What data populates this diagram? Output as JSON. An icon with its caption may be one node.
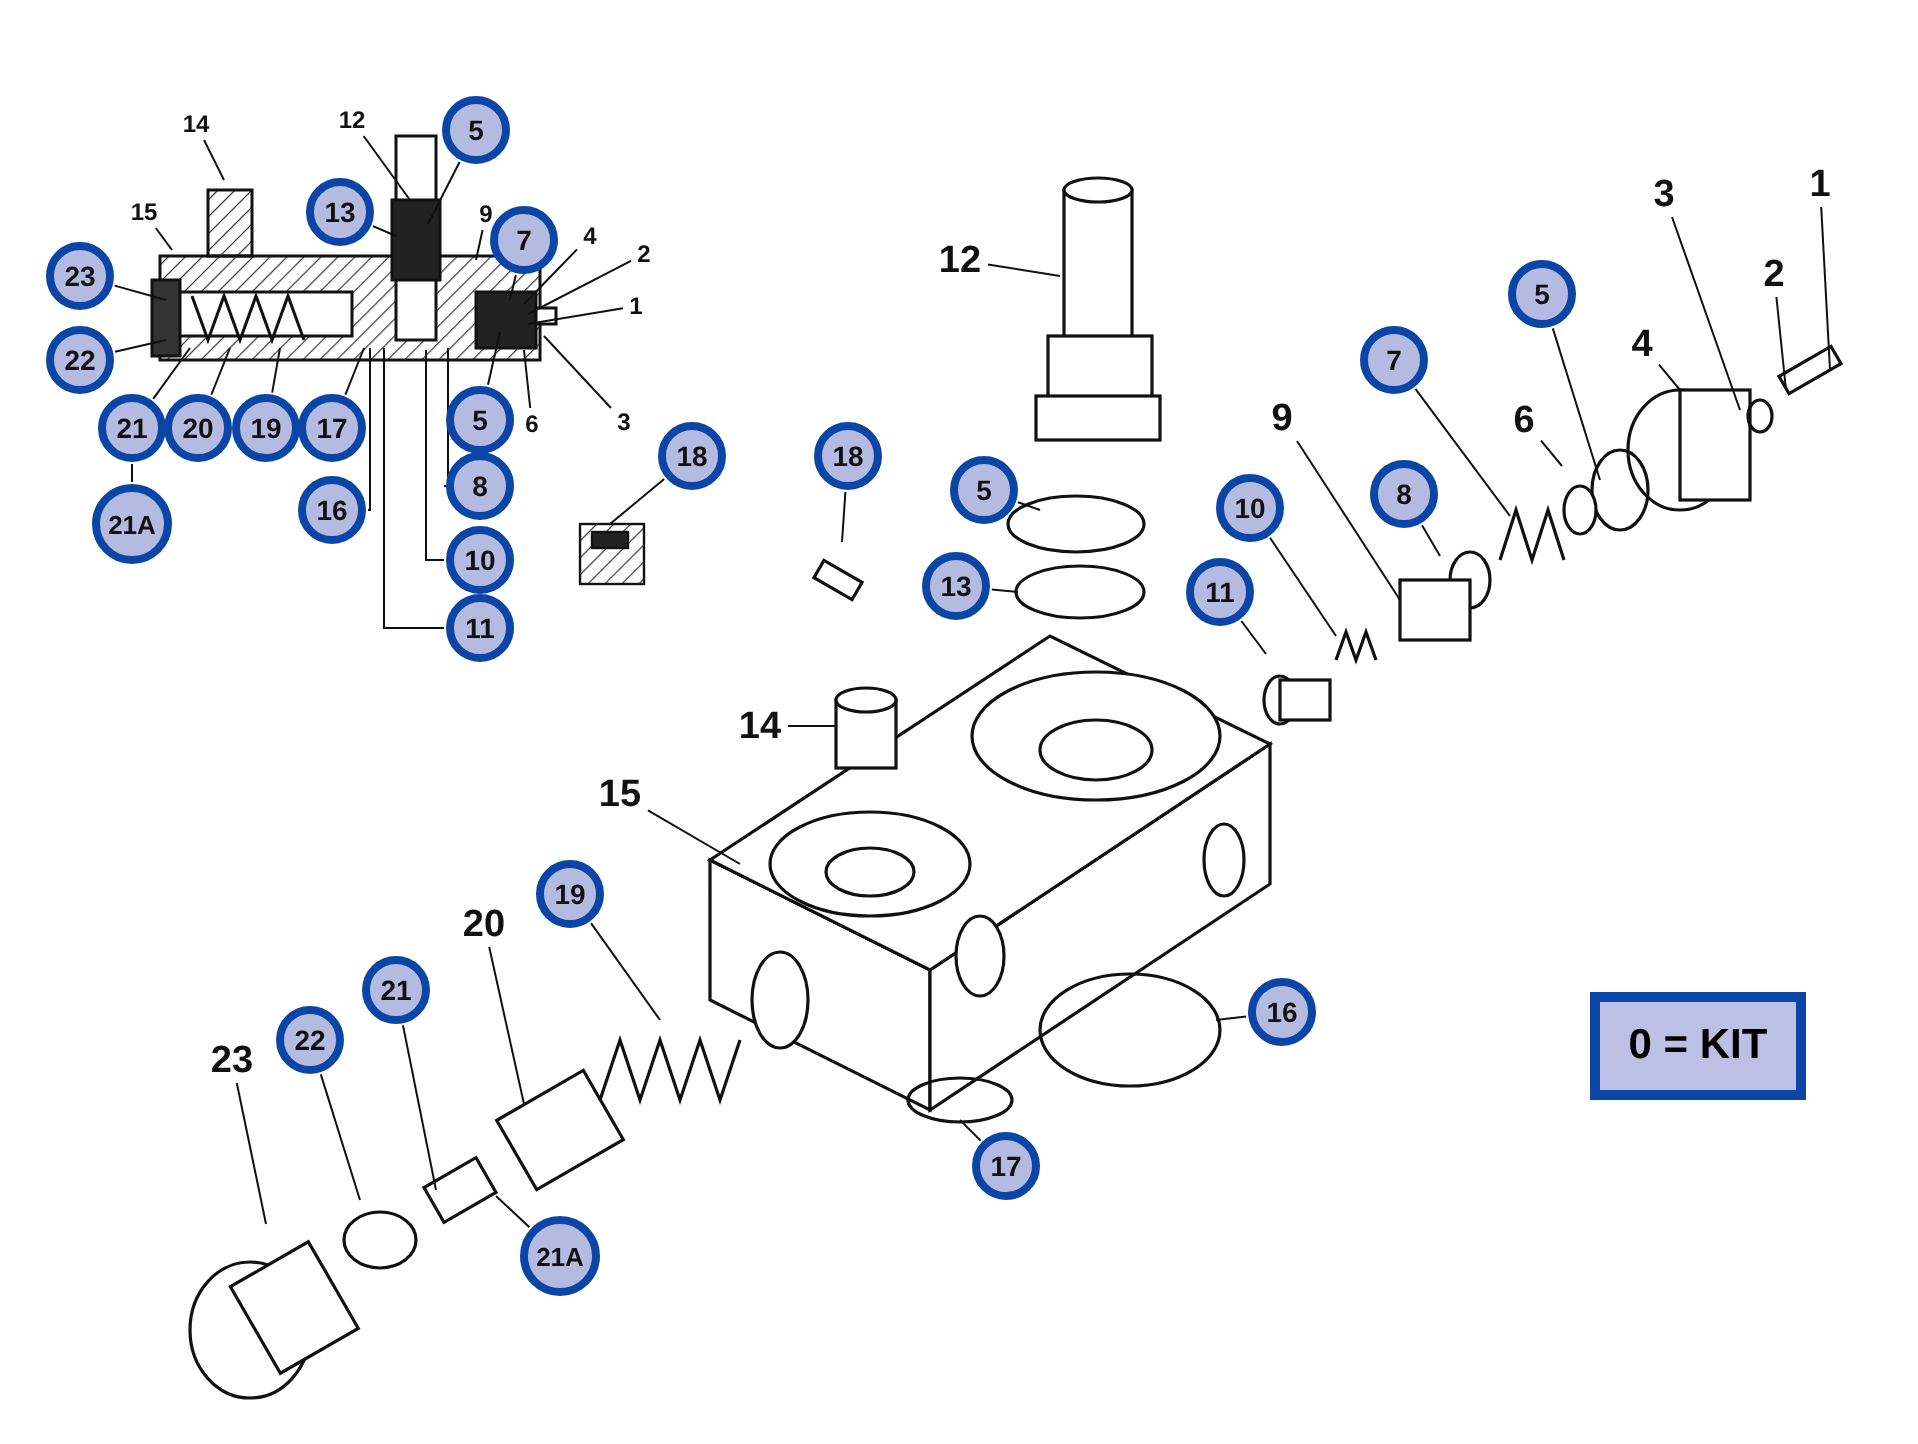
{
  "diagram": {
    "nodes": [
      {
        "text": [
          "14"
        ]
      },
      {
        "text": [
          "12"
        ]
      },
      {
        "text": [
          "5"
        ]
      },
      {
        "text": [
          "13"
        ]
      },
      {
        "text": [
          "15"
        ]
      },
      {
        "text": [
          "9"
        ]
      },
      {
        "text": [
          "7"
        ]
      },
      {
        "text": [
          "4"
        ]
      },
      {
        "text": [
          "2"
        ]
      },
      {
        "text": [
          "1"
        ]
      },
      {
        "text": [
          "23"
        ]
      },
      {
        "text": [
          "22"
        ]
      },
      {
        "text": [
          "3"
        ]
      },
      {
        "text": [
          "6"
        ]
      },
      {
        "text": [
          "5"
        ]
      },
      {
        "text": [
          "21"
        ]
      },
      {
        "text": [
          "20"
        ]
      },
      {
        "text": [
          "19"
        ]
      },
      {
        "text": [
          "17"
        ]
      },
      {
        "text": [
          "21A"
        ]
      },
      {
        "text": [
          "16"
        ]
      },
      {
        "text": [
          "8"
        ]
      },
      {
        "text": [
          "10"
        ]
      },
      {
        "text": [
          "11"
        ]
      },
      {
        "text": [
          "18"
        ]
      },
      {
        "text": [
          "1"
        ]
      },
      {
        "text": [
          "3"
        ]
      },
      {
        "text": [
          "12"
        ]
      },
      {
        "text": [
          "2"
        ]
      },
      {
        "text": [
          "5"
        ]
      },
      {
        "text": [
          "4"
        ]
      },
      {
        "text": [
          "7"
        ]
      },
      {
        "text": [
          "9"
        ]
      },
      {
        "text": [
          "6"
        ]
      },
      {
        "text": [
          "18"
        ]
      },
      {
        "text": [
          "5"
        ]
      },
      {
        "text": [
          "8"
        ]
      },
      {
        "text": [
          "10"
        ]
      },
      {
        "text": [
          "13"
        ]
      },
      {
        "text": [
          "11"
        ]
      },
      {
        "text": [
          "14"
        ]
      },
      {
        "text": [
          "15"
        ]
      },
      {
        "text": [
          "19"
        ]
      },
      {
        "text": [
          "20"
        ]
      },
      {
        "text": [
          "21"
        ]
      },
      {
        "text": [
          "16"
        ]
      },
      {
        "text": [
          "22"
        ]
      },
      {
        "text": [
          "23"
        ]
      },
      {
        "text": [
          "17"
        ]
      },
      {
        "text": [
          "21A"
        ]
      }
    ],
    "edges": [
      {
        "from": 0,
        "to": null,
        "arrow": "none"
      },
      {
        "from": 1,
        "to": null,
        "arrow": "none"
      },
      {
        "from": 2,
        "to": null,
        "arrow": "none"
      },
      {
        "from": 3,
        "to": null,
        "arrow": "none"
      },
      {
        "from": 4,
        "to": null,
        "arrow": "none"
      },
      {
        "from": 5,
        "to": null,
        "arrow": "none"
      },
      {
        "from": 6,
        "to": null,
        "arrow": "none"
      },
      {
        "from": 7,
        "to": null,
        "arrow": "none"
      },
      {
        "from": 8,
        "to": null,
        "arrow": "none"
      },
      {
        "from": 9,
        "to": null,
        "arrow": "none"
      },
      {
        "from": 10,
        "to": null,
        "arrow": "none"
      },
      {
        "from": 11,
        "to": null,
        "arrow": "none"
      },
      {
        "from": 12,
        "to": null,
        "arrow": "none"
      },
      {
        "from": 13,
        "to": null,
        "arrow": "none"
      },
      {
        "from": 14,
        "to": null,
        "arrow": "none"
      },
      {
        "from": 15,
        "to": null,
        "arrow": "none"
      },
      {
        "from": 15,
        "to": 19,
        "arrow": "none"
      },
      {
        "from": 16,
        "to": null,
        "arrow": "none"
      },
      {
        "from": 17,
        "to": null,
        "arrow": "none"
      },
      {
        "from": 18,
        "to": null,
        "arrow": "none"
      },
      {
        "from": 20,
        "to": null,
        "arrow": "none"
      },
      {
        "from": 21,
        "to": null,
        "arrow": "none"
      },
      {
        "from": 22,
        "to": null,
        "arrow": "none"
      },
      {
        "from": 23,
        "to": null,
        "arrow": "none"
      },
      {
        "from": 24,
        "to": null,
        "arrow": "none"
      },
      {
        "from": 25,
        "to": null,
        "arrow": "none"
      },
      {
        "from": 26,
        "to": null,
        "arrow": "none"
      },
      {
        "from": 27,
        "to": null,
        "arrow": "none"
      },
      {
        "from": 28,
        "to": null,
        "arrow": "none"
      },
      {
        "from": 29,
        "to": null,
        "arrow": "none"
      },
      {
        "from": 30,
        "to": null,
        "arrow": "none"
      },
      {
        "from": 31,
        "to": null,
        "arrow": "none"
      },
      {
        "from": 32,
        "to": null,
        "arrow": "none"
      },
      {
        "from": 33,
        "to": null,
        "arrow": "none"
      },
      {
        "from": 34,
        "to": null,
        "arrow": "none"
      },
      {
        "from": 35,
        "to": null,
        "arrow": "none"
      },
      {
        "from": 36,
        "to": null,
        "arrow": "none"
      },
      {
        "from": 37,
        "to": null,
        "arrow": "none"
      },
      {
        "from": 38,
        "to": null,
        "arrow": "none"
      },
      {
        "from": 39,
        "to": null,
        "arrow": "none"
      },
      {
        "from": 40,
        "to": null,
        "arrow": "none"
      },
      {
        "from": 41,
        "to": null,
        "arrow": "none"
      },
      {
        "from": 42,
        "to": null,
        "arrow": "none"
      },
      {
        "from": 43,
        "to": null,
        "arrow": "none"
      },
      {
        "from": 44,
        "to": null,
        "arrow": "none"
      },
      {
        "from": 45,
        "to": null,
        "arrow": "none"
      },
      {
        "from": 46,
        "to": null,
        "arrow": "none"
      },
      {
        "from": 47,
        "to": null,
        "arrow": "none"
      },
      {
        "from": 48,
        "to": null,
        "arrow": "none"
      },
      {
        "from": 49,
        "to": null,
        "arrow": "none"
      }
    ],
    "labels": [
      "0 = KIT"
    ]
  }
}
